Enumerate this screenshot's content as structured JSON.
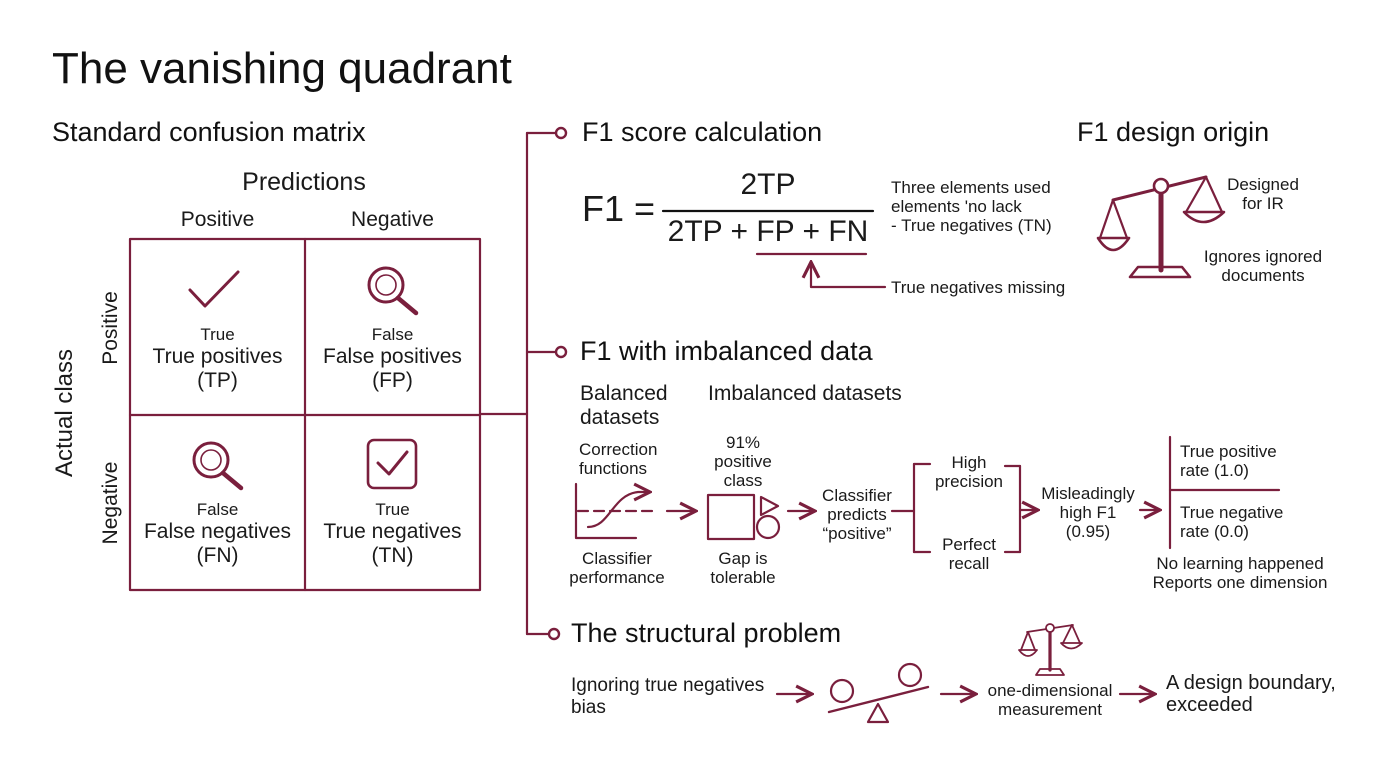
{
  "title": "The vanishing quadrant",
  "colors": {
    "accent": "#7a1f3d",
    "text": "#1a1a1a"
  },
  "matrix": {
    "heading": "Standard confusion matrix",
    "predictions": "Predictions",
    "col_positive": "Positive",
    "col_negative": "Negative",
    "actual_class": "Actual class",
    "row_positive": "Positive",
    "row_negative": "Negative",
    "cells": [
      {
        "icon": "checkmark-icon",
        "small": "True",
        "name": "True positives",
        "abbr": "(TP)"
      },
      {
        "icon": "magnifier-icon",
        "small": "False",
        "name": "False positives",
        "abbr": "(FP)"
      },
      {
        "icon": "magnifier-icon",
        "small": "False",
        "name": "False negatives",
        "abbr": "(FN)"
      },
      {
        "icon": "checkbox-icon",
        "small": "True",
        "name": "True negatives",
        "abbr": "(TN)"
      }
    ]
  },
  "f1_calc": {
    "heading": "F1 score calculation",
    "lhs": "F1 =",
    "numerator": "2TP",
    "denominator": "2TP + FP + FN",
    "note_lines": [
      "Three elements used",
      "elements 'no lack",
      "- True negatives (TN)"
    ],
    "missing": "True negatives missing"
  },
  "f1_origin": {
    "heading": "F1 design origin",
    "designed": [
      "Designed",
      "for IR"
    ],
    "ignores": [
      "Ignores ignored",
      "documents"
    ]
  },
  "imbalanced": {
    "heading": "F1 with imbalanced data",
    "balanced": [
      "Balanced",
      "datasets"
    ],
    "imbalanced_label": "Imbalanced datasets",
    "correction": [
      "Correction",
      "functions"
    ],
    "classifier_perf": [
      "Classifier",
      "performance"
    ],
    "positive_class": [
      "91%",
      "positive",
      "class"
    ],
    "gap": [
      "Gap is",
      "tolerable"
    ],
    "predicts": [
      "Classifier",
      "predicts",
      "“positive”"
    ],
    "high_precision": [
      "High",
      "precision"
    ],
    "perfect_recall": [
      "Perfect",
      "recall"
    ],
    "misleading": [
      "Misleadingly",
      "high F1",
      "(0.95)"
    ],
    "tpr": [
      "True positive",
      "rate (1.0)"
    ],
    "tnr": [
      "True negative",
      "rate (0.0)"
    ],
    "conclusion": [
      "No learning happened",
      "Reports one dimension"
    ]
  },
  "structural": {
    "heading": "The structural problem",
    "bias": [
      "Ignoring true negatives",
      "bias"
    ],
    "one_dim": [
      "one-dimensional",
      "measurement"
    ],
    "boundary": [
      "A design boundary,",
      "exceeded"
    ]
  }
}
